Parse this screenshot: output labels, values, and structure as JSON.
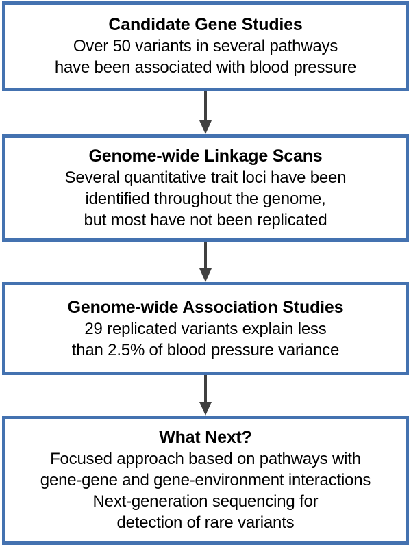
{
  "diagram": {
    "type": "vertical-flowchart",
    "orientation": "top-to-bottom",
    "colors": {
      "box_border": "#4472b0",
      "box_fill": "#ffffff",
      "arrow": "#404040",
      "text": "#000000"
    },
    "nodes": [
      {
        "id": "candidate-gene-studies",
        "title": "Candidate Gene Studies",
        "lines": [
          "Over 50 variants in several pathways",
          "have been associated with blood pressure"
        ]
      },
      {
        "id": "linkage-scans",
        "title": "Genome-wide Linkage Scans",
        "lines": [
          "Several quantitative trait loci have been",
          "identified throughout the genome,",
          "but most have not been replicated"
        ]
      },
      {
        "id": "gwas",
        "title": "Genome-wide Association Studies",
        "lines": [
          "29 replicated variants explain less",
          "than 2.5% of blood pressure variance"
        ]
      },
      {
        "id": "what-next",
        "title": "What Next?",
        "lines": [
          "Focused approach based on pathways with",
          "gene-gene and gene-environment interactions",
          "Next-generation sequencing for",
          "detection of rare variants"
        ]
      }
    ],
    "connectors": [
      {
        "id": "arrow-1",
        "from": "candidate-gene-studies",
        "to": "linkage-scans",
        "glyph": "down-arrow-icon"
      },
      {
        "id": "arrow-2",
        "from": "linkage-scans",
        "to": "gwas",
        "glyph": "down-arrow-icon"
      },
      {
        "id": "arrow-3",
        "from": "gwas",
        "to": "what-next",
        "glyph": "down-arrow-icon"
      }
    ]
  }
}
